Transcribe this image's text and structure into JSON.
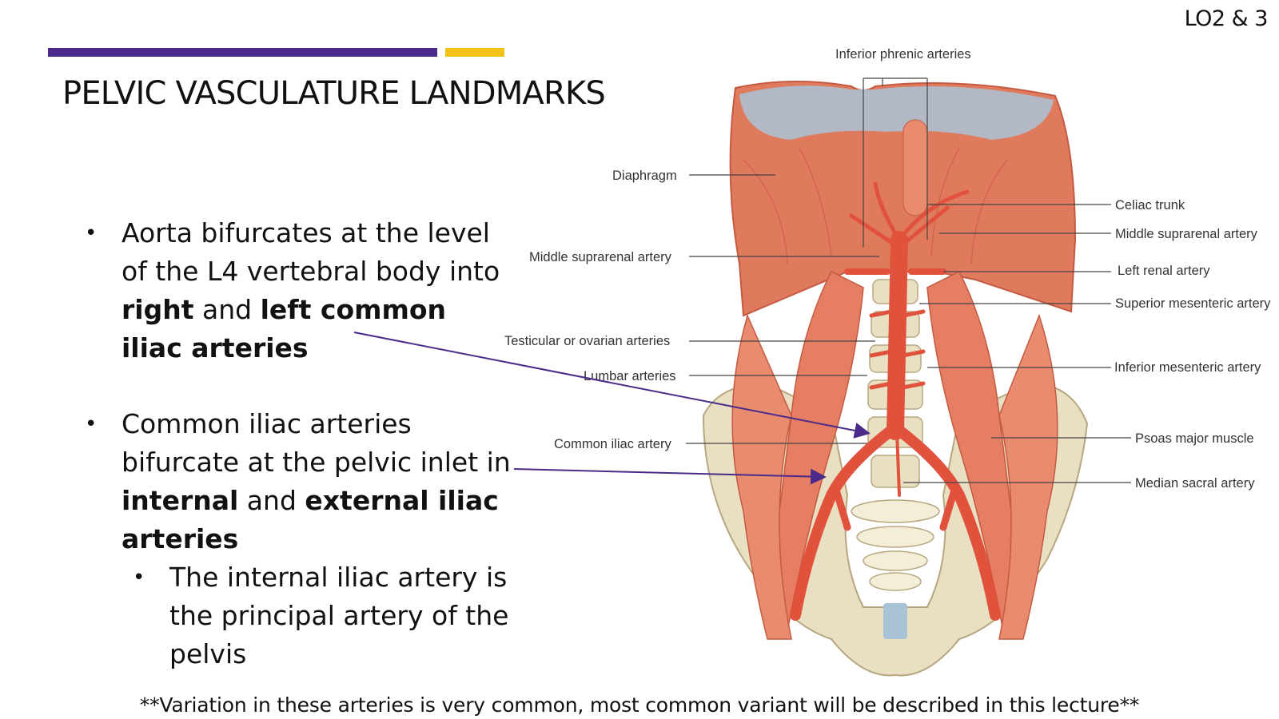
{
  "slide_code": "LO2 & 3",
  "title": "PELVIC VASCULATURE LANDMARKS",
  "bullet1": {
    "pre": "Aorta bifurcates at the level of the L4 vertebral body into ",
    "b1": "right",
    "mid": " and ",
    "b2": "left common iliac arteries"
  },
  "bullet2": {
    "pre": "Common iliac arteries bifurcate at the pelvic inlet in ",
    "b1": "internal",
    "mid": " and ",
    "b2": "external iliac arteries"
  },
  "bullet3": "The internal iliac artery is the principal artery of the pelvis",
  "footer": "**Variation in these arteries is very common, most common variant will be described in this lecture**",
  "labels": {
    "inferior_phrenic": "Inferior phrenic arteries",
    "diaphragm": "Diaphragm",
    "middle_suprarenal_left": "Middle suprarenal artery",
    "testicular": "Testicular or ovarian arteries",
    "lumbar": "Lumbar arteries",
    "common_iliac": "Common iliac artery",
    "celiac": "Celiac trunk",
    "middle_suprarenal_right": "Middle suprarenal artery",
    "left_renal": "Left renal artery",
    "superior_mesenteric": "Superior mesenteric artery",
    "inferior_mesenteric": "Inferior mesenteric artery",
    "psoas": "Psoas major muscle",
    "median_sacral": "Median sacral artery"
  },
  "colors": {
    "accent_purple": "#4b2a8a",
    "accent_gold": "#f2c318",
    "muscle": "#e07a5c",
    "artery": "#e0523c",
    "bone": "#e9dfc3",
    "cartilage": "#a9c3d6"
  }
}
